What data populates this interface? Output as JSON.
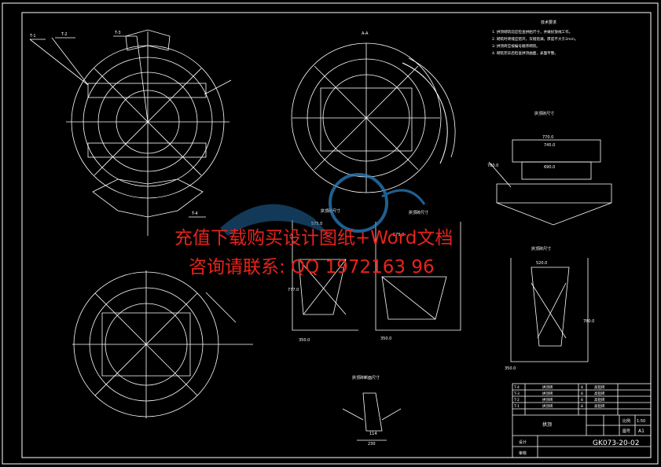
{
  "drawing": {
    "code": "GK073-20-02",
    "scale": "1:50",
    "sheet_size": "A1",
    "part_name": "拱顶",
    "title_block": {
      "col_scale_label": "比例",
      "col_sheet_label": "图号",
      "row_labels": [
        "设计",
        "审核"
      ],
      "parts_rows": [
        {
          "code": "T-4",
          "name": "拱顶砖",
          "qty": "8",
          "material": "高铝砖"
        },
        {
          "code": "T-3",
          "name": "拱顶砖",
          "qty": "8",
          "material": "高铝砖"
        },
        {
          "code": "T-2",
          "name": "拱顶砖",
          "qty": "8",
          "material": "高铝砖"
        },
        {
          "code": "T-1",
          "name": "拱顶砖",
          "qty": "8",
          "material": "高铝砖"
        }
      ]
    }
  },
  "labels": {
    "view_a_top": "A-A",
    "detail_1": "拱顶砖尺寸",
    "detail_2": "拱顶砖尺寸",
    "detail_3": "拱顶砖尺寸",
    "detail_4": "拱顶砖尺寸",
    "section": "拱顶砖断面尺寸",
    "leader_t1": "T-1",
    "leader_t2": "T-2",
    "leader_t3": "T-3",
    "leader_t4": "T-4"
  },
  "dimensions": {
    "d1_top": "770.0",
    "d1_mid": "745.0",
    "d1_bot": "690.0",
    "d1_side": "780.0",
    "d2_top": "575.0",
    "d2_side": "777.0",
    "d2_bot": "350.0",
    "d3_top": "575.0",
    "d3_bot": "350.0",
    "d4_top": "520.0",
    "d4_side": "780.0",
    "d4_bot": "350.0",
    "sec_w": "114",
    "sec_h": "230"
  },
  "notes": {
    "heading": "技术要求",
    "lines": [
      "1. 拱顶砌筑前应检查拱胎尺寸，并做好放线工作。",
      "2. 砌筑时砖缝应错开，灰缝饱满，厚度不大于2mm。",
      "3. 拱顶砖应按编号顺序砌筑。",
      "4. 砌筑完毕后检查拱顶曲面，表面平整。"
    ]
  },
  "watermark": {
    "line1": "充值下载购买设计图纸+Word文档",
    "line2": "咨询请联系: QQ 1972163 96"
  },
  "colors": {
    "background": "#000000",
    "line": "#ffffff",
    "watermark": "#e8231c",
    "logo": "#2a7fc1"
  }
}
